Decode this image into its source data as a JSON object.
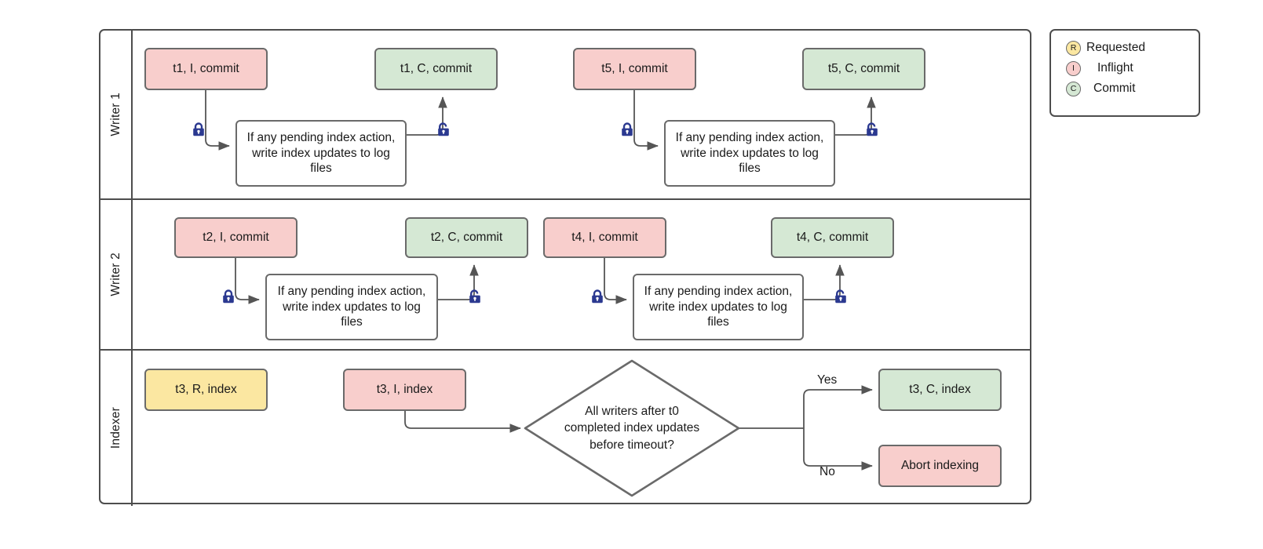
{
  "diagram": {
    "title": "Writer / Indexer coordination swimlane",
    "colors": {
      "inflight": "#f8cecc",
      "commit": "#d5e8d4",
      "requested": "#fbe7a1",
      "stroke": "#6a6a6a",
      "lane_stroke": "#4d4d4d",
      "lock": "#2b3990"
    }
  },
  "lanes": [
    {
      "id": "writer1",
      "label": "Writer 1"
    },
    {
      "id": "writer2",
      "label": "Writer 2"
    },
    {
      "id": "indexer",
      "label": "Indexer"
    }
  ],
  "writer1": {
    "t1_inflight": "t1, I, commit",
    "t1_commit": "t1, C, commit",
    "t5_inflight": "t5, I, commit",
    "t5_commit": "t5, C, commit",
    "process_a": "If any pending index action, write index updates to log files",
    "process_b": "If any pending index action, write index updates to log files",
    "lock_a": "lock-closed",
    "unlock_a": "lock-open",
    "lock_b": "lock-closed",
    "unlock_b": "lock-open"
  },
  "writer2": {
    "t2_inflight": "t2, I, commit",
    "t2_commit": "t2, C, commit",
    "t4_inflight": "t4, I, commit",
    "t4_commit": "t4, C, commit",
    "process_a": "If any pending index action, write index updates to log files",
    "process_b": "If any pending index action, write index updates to log files",
    "lock_a": "lock-closed",
    "unlock_a": "lock-open",
    "lock_b": "lock-closed",
    "unlock_b": "lock-open"
  },
  "indexer": {
    "t3_requested": "t3, R, index",
    "t3_inflight": "t3, I, index",
    "decision": {
      "line1": "All writers after t0",
      "line2": "completed index updates",
      "line3": "before timeout?",
      "yes_label": "Yes",
      "no_label": "No"
    },
    "t3_commit": "t3, C, index",
    "abort": "Abort indexing"
  },
  "legend": {
    "items": [
      {
        "badge": "R",
        "label": "Requested",
        "color": "#fbe7a1"
      },
      {
        "badge": "I",
        "label": "Inflight",
        "color": "#f8cecc"
      },
      {
        "badge": "C",
        "label": "Commit",
        "color": "#d5e8d4"
      }
    ]
  }
}
